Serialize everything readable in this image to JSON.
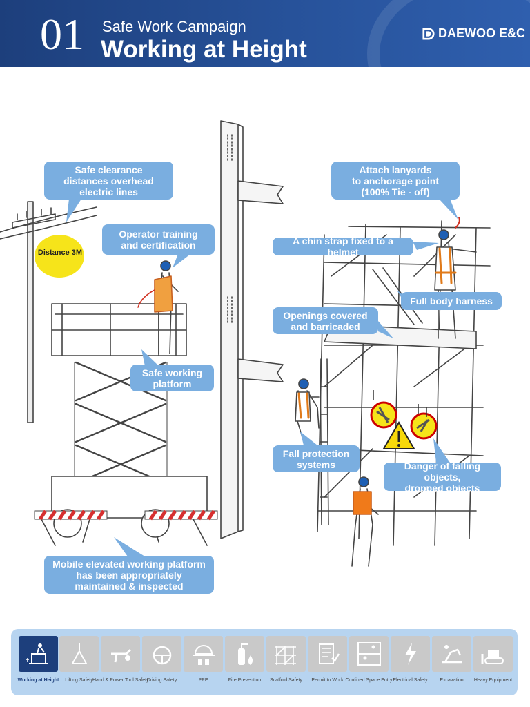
{
  "header": {
    "number": "01",
    "subtitle": "Safe Work Campaign",
    "title": "Working at Height",
    "brand": "DAEWOO E&C"
  },
  "distance_sign": "Distance 3M",
  "callouts": {
    "safe_clearance": "Safe clearance\ndistances overhead\nelectric lines",
    "operator_training": "Operator training\nand certification",
    "safe_platform": "Safe working\nplatform",
    "mobile_platform": "Mobile elevated working platform\nhas been appropriately\nmaintained & inspected",
    "attach_lanyards": "Attach lanyards\nto anchorage point\n(100% Tie - off)",
    "chin_strap": "A chin strap fixed to a helmet",
    "full_body_harness": "Full body harness",
    "openings_covered": "Openings covered\nand barricaded",
    "fall_protection": "Fall protection\nsystems",
    "falling_objects": "Danger of falling objects,\ndropped objects"
  },
  "nav": [
    {
      "label": "Working at Height",
      "icon": "worker-at-height-icon",
      "active": true
    },
    {
      "label": "Lifting Safety",
      "icon": "crane-lift-icon",
      "active": false
    },
    {
      "label": "Hand & Power Tool Safety",
      "icon": "power-tool-icon",
      "active": false
    },
    {
      "label": "Driving Safety",
      "icon": "steering-wheel-icon",
      "active": false
    },
    {
      "label": "PPE",
      "icon": "helmet-icon",
      "active": false
    },
    {
      "label": "Fire Prevention",
      "icon": "fire-extinguisher-icon",
      "active": false
    },
    {
      "label": "Scaffold Safety",
      "icon": "scaffold-icon",
      "active": false
    },
    {
      "label": "Permit to Work",
      "icon": "permit-document-icon",
      "active": false
    },
    {
      "label": "Confined Space Entry",
      "icon": "confined-space-icon",
      "active": false
    },
    {
      "label": "Electrical Safety",
      "icon": "electrical-icon",
      "active": false
    },
    {
      "label": "Excavation",
      "icon": "excavation-icon",
      "active": false
    },
    {
      "label": "Heavy Equipment",
      "icon": "bulldozer-icon",
      "active": false
    }
  ]
}
